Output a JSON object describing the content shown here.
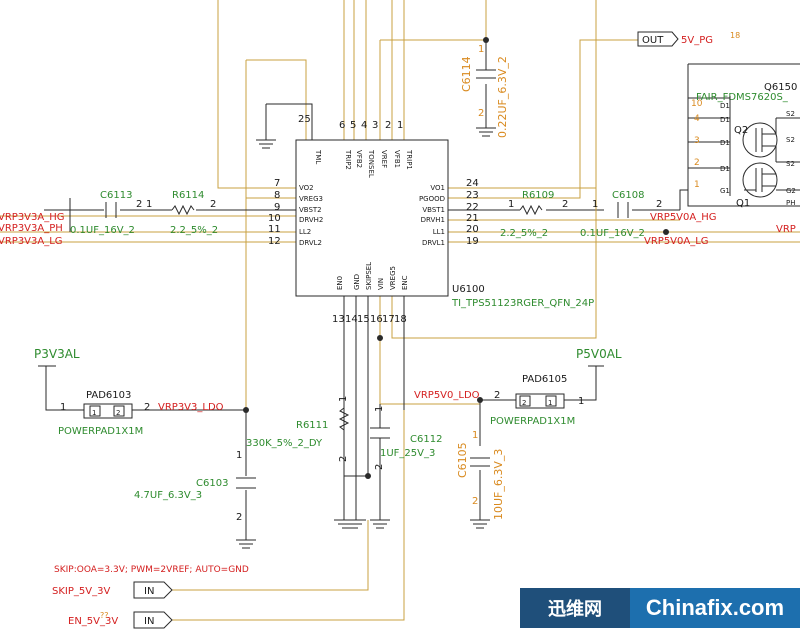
{
  "ic": {
    "ref": "U6100",
    "part": "TI_TPS51123RGER_QFN_24P",
    "pins": {
      "p25": "25",
      "p6": "6",
      "p5": "5",
      "p4": "4",
      "p3": "3",
      "p2": "2",
      "p1": "1",
      "p7": "7",
      "p8": "8",
      "p9": "9",
      "p10": "10",
      "p11": "11",
      "p12": "12",
      "p24": "24",
      "p23": "23",
      "p22": "22",
      "p21": "21",
      "p20": "20",
      "p19": "19",
      "p13": "13",
      "p14": "14",
      "p15": "15",
      "p16": "16",
      "p17": "17",
      "p18": "18"
    },
    "top_pins": [
      "TML",
      "TRIP2",
      "VFB2",
      "TONSEL",
      "VREF",
      "VFB1",
      "TRIP1"
    ],
    "left_pins": [
      "VO2",
      "VREG3",
      "VBST2",
      "DRVH2",
      "LL2",
      "DRVL2"
    ],
    "right_pins": [
      "VO1",
      "PGOOD",
      "VBST1",
      "DRVH1",
      "LL1",
      "DRVL1"
    ],
    "bottom_pins": [
      "EN0",
      "GND",
      "SKIPSEL",
      "VIN",
      "VREG5",
      "ENC"
    ]
  },
  "nets": {
    "vrp3v3a_hg": "VRP3V3A_HG",
    "vrp3v3a_ph": "VRP3V3A_PH",
    "vrp3v3a_lg": "VRP3V3A_LG",
    "vrp5v0a_hg": "VRP5V0A_HG",
    "vrp5v0a_lg": "VRP5V0A_LG",
    "vrp_right": "VRP",
    "p3v3al": "P3V3AL",
    "p5v0al": "P5V0AL",
    "vrp3v3_ldo": "VRP3V3_LDO",
    "vrp5v0_ldo": "VRP5V0_LDO",
    "out_port": "OUT",
    "pg_net": "5V_PG",
    "pg_sheet": "18",
    "skip_net": "SKIP_5V_3V",
    "en_net": "EN_5V_3V",
    "in_port": "IN",
    "en_sheet": "??"
  },
  "parts": {
    "c6113": {
      "ref": "C6113",
      "pin1": "2",
      "pin2": "1",
      "val": "0.1UF_16V_2"
    },
    "r6114": {
      "ref": "R6114",
      "pin1": "1",
      "pin2": "2",
      "val": "2.2_5%_2"
    },
    "r6109": {
      "ref": "R6109",
      "pin1": "1",
      "pin2": "2",
      "val": "2.2_5%_2"
    },
    "c6108": {
      "ref": "C6108",
      "pin1": "1",
      "pin2": "2",
      "val": "0.1UF_16V_2"
    },
    "c6114": {
      "ref": "C6114",
      "pin1": "1",
      "pin2": "2",
      "val": "0.22UF_6.3V_2"
    },
    "pad6103": {
      "ref": "PAD6103",
      "pin1": "1",
      "pin2": "2",
      "box1": "1",
      "box2": "2",
      "part": "POWERPAD1X1M"
    },
    "pad6105": {
      "ref": "PAD6105",
      "pin1": "2",
      "pin2": "1",
      "box1": "2",
      "box2": "1",
      "part": "POWERPAD1X1M"
    },
    "r6111": {
      "ref": "R6111",
      "pin1": "1",
      "pin2": "2",
      "val": "330K_5%_2_DY"
    },
    "c6112": {
      "ref": "C6112",
      "pin1": "1",
      "pin2": "2",
      "val": "1UF_25V_3"
    },
    "c6103": {
      "ref": "C6103",
      "pin1": "1",
      "pin2": "2",
      "val": "4.7UF_6.3V_3"
    },
    "c6105": {
      "ref": "C6105",
      "pin1": "1",
      "pin2": "2",
      "val": "10UF_6.3V_3"
    },
    "q6150": {
      "ref": "Q6150",
      "part": "FAIR_FDMS7620S_",
      "q1": "Q1",
      "q2": "Q2",
      "d1": "D1",
      "s2": "S2",
      "g1": "G1",
      "g2": "G2",
      "ph": "PH",
      "pin10": "10",
      "pin4": "4",
      "pin3": "3",
      "pin2": "2",
      "pin1": "1"
    }
  },
  "note": "SKIP:OOA=3.3V; PWM=2VREF; AUTO=GND",
  "watermark": {
    "left": "迅维网",
    "right": "Chinafix.com"
  },
  "colors": {
    "wire": "#c8a040",
    "part": "#2a2a2a",
    "ref": "#2e8b2e",
    "net": "#d42020",
    "pin": "#1a1a1a",
    "orange": "#d98a1f"
  }
}
